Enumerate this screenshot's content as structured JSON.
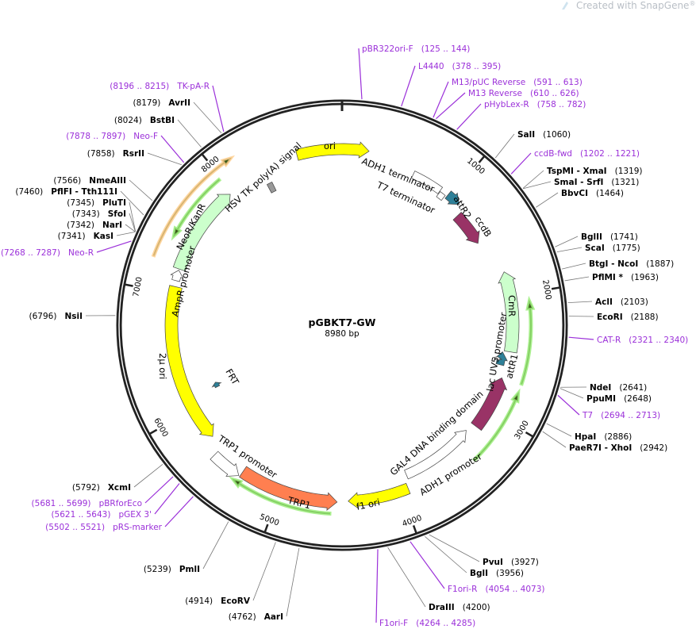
{
  "watermark": {
    "text": "Created with SnapGene",
    "brand_mark": "®"
  },
  "map": {
    "name": "pGBKT7-GW",
    "length_label": "8980 bp",
    "length_bp": 8980
  },
  "ticks": [
    "1000",
    "2000",
    "3000",
    "4000",
    "5000",
    "6000",
    "7000",
    "8000"
  ],
  "colors": {
    "primer": "#9b30d9",
    "backbone": "#222222",
    "nonunique": "#888888"
  },
  "features": [
    {
      "name": "ori",
      "start": 8610,
      "end": 220,
      "direction": "cw",
      "color": "#ffff00"
    },
    {
      "name": "ADH1 terminator",
      "start": 630,
      "end": 900,
      "direction": "none",
      "color": "#ffffff"
    },
    {
      "name": "T7 terminator",
      "start": 905,
      "end": 960,
      "direction": "none",
      "color": "#ffffff"
    },
    {
      "name": "attR2",
      "start": 975,
      "end": 1100,
      "direction": "cw",
      "color": "#2e8098"
    },
    {
      "name": "ccdB",
      "start": 1160,
      "end": 1470,
      "direction": "cw",
      "color": "#993366"
    },
    {
      "name": "CmR",
      "start": 2470,
      "end": 1790,
      "direction": "ccw",
      "color": "#ccffcc"
    },
    {
      "name": "attR1",
      "start": 2595,
      "end": 2480,
      "direction": "ccw",
      "color": "#2e8098"
    },
    {
      "name": "lac UV5 promoter",
      "start": 2560,
      "end": 2530,
      "direction": "ccw",
      "color": "#ffffff"
    },
    {
      "name": "GAL4 DNA binding domain",
      "start": 3170,
      "end": 2700,
      "direction": "ccw",
      "color": "#993366"
    },
    {
      "name": "ADH1 promoter",
      "start": 3910,
      "end": 3250,
      "direction": "ccw",
      "color": "#ffffff"
    },
    {
      "name": "f1 ori",
      "start": 3940,
      "end": 4440,
      "direction": "cw",
      "color": "#ffff00"
    },
    {
      "name": "TRP1",
      "start": 5340,
      "end": 4530,
      "direction": "ccw",
      "color": "#ff7f50"
    },
    {
      "name": "TRP1 promoter",
      "start": 5600,
      "end": 5350,
      "direction": "ccw",
      "color": "#ffffff"
    },
    {
      "name": "2μ ori",
      "start": 7060,
      "end": 5720,
      "direction": "ccw",
      "color": "#ffff00"
    },
    {
      "name": "FRT",
      "start": 6080,
      "end": 6130,
      "direction": "cw",
      "color": "#2e8098"
    },
    {
      "name": "AmpR promoter",
      "start": 7110,
      "end": 7200,
      "direction": "cw",
      "color": "#ffffff"
    },
    {
      "name": "NeoR/KanR",
      "start": 7210,
      "end": 7970,
      "direction": "cw",
      "color": "#ccffcc"
    },
    {
      "name": "HSV TK poly(A) signal",
      "start": 8280,
      "end": 8330,
      "direction": "none",
      "color": "#999999"
    }
  ],
  "orfs": [
    {
      "start": 7240,
      "end": 8150,
      "direction": "cw",
      "color": "#ffcc88"
    },
    {
      "start": 7980,
      "end": 7420,
      "direction": "ccw",
      "color": "#99ee77"
    },
    {
      "start": 2700,
      "end": 2050,
      "direction": "ccw",
      "color": "#99ee77"
    },
    {
      "start": 3380,
      "end": 2760,
      "direction": "ccw",
      "color": "#99ee77"
    },
    {
      "start": 4580,
      "end": 5380,
      "direction": "cw",
      "color": "#99ee77"
    }
  ],
  "sites": [
    {
      "name": "SalI",
      "pos": "(1060)",
      "bp": 1060
    },
    {
      "name": "TspMI  - XmaI",
      "pos": "(1319)",
      "bp": 1319
    },
    {
      "name": "SmaI  - SrfI",
      "pos": "(1321)",
      "bp": 1321
    },
    {
      "name": "BbvCI",
      "pos": "(1464)",
      "bp": 1464
    },
    {
      "name": "BglII",
      "pos": "(1741)",
      "bp": 1741
    },
    {
      "name": "ScaI",
      "pos": "(1775)",
      "bp": 1775
    },
    {
      "name": "BtgI  - NcoI",
      "pos": "(1887)",
      "bp": 1887
    },
    {
      "name": "PflMI *",
      "pos": "(1963)",
      "bp": 1963,
      "nonunique": true
    },
    {
      "name": "AclI",
      "pos": "(2103)",
      "bp": 2103
    },
    {
      "name": "EcoRI",
      "pos": "(2188)",
      "bp": 2188
    },
    {
      "name": "NdeI",
      "pos": "(2641)",
      "bp": 2641
    },
    {
      "name": "PpuMI",
      "pos": "(2648)",
      "bp": 2648
    },
    {
      "name": "HpaI",
      "pos": "(2886)",
      "bp": 2886
    },
    {
      "name": "PaeR7I  - XhoI",
      "pos": "(2942)",
      "bp": 2942
    },
    {
      "name": "PvuI",
      "pos": "(3927)",
      "bp": 3927
    },
    {
      "name": "BglI",
      "pos": "(3956)",
      "bp": 3956
    },
    {
      "name": "DraIII",
      "pos": "(4200)",
      "bp": 4200
    },
    {
      "name": "AarI",
      "pos": "(4762)",
      "bp": 4762
    },
    {
      "name": "EcoRV",
      "pos": "(4914)",
      "bp": 4914
    },
    {
      "name": "PmlI",
      "pos": "(5239)",
      "bp": 5239
    },
    {
      "name": "XcmI",
      "pos": "(5792)",
      "bp": 5792
    },
    {
      "name": "NsiI",
      "pos": "(6796)",
      "bp": 6796
    },
    {
      "name": "KasI",
      "pos": "(7341)",
      "bp": 7341
    },
    {
      "name": "NarI",
      "pos": "(7342)",
      "bp": 7342
    },
    {
      "name": "SfoI",
      "pos": "(7343)",
      "bp": 7343
    },
    {
      "name": "PluTI",
      "pos": "(7345)",
      "bp": 7345
    },
    {
      "name": "PflFI  - Tth111I",
      "pos": "(7460)",
      "bp": 7460
    },
    {
      "name": "NmeAIII",
      "pos": "(7566)",
      "bp": 7566
    },
    {
      "name": "RsrII",
      "pos": "(7858)",
      "bp": 7858
    },
    {
      "name": "BstBI",
      "pos": "(8024)",
      "bp": 8024
    },
    {
      "name": "AvrII",
      "pos": "(8179)",
      "bp": 8179
    }
  ],
  "primers": [
    {
      "name": "pBR322ori-F",
      "range": "(125 .. 144)",
      "bp": 125
    },
    {
      "name": "L4440",
      "range": "(378 .. 395)",
      "bp": 378
    },
    {
      "name": "M13/pUC Reverse",
      "range": "(591 .. 613)",
      "bp": 591
    },
    {
      "name": "M13 Reverse",
      "range": "(610 .. 626)",
      "bp": 610
    },
    {
      "name": "pHybLex-R",
      "range": "(758 .. 782)",
      "bp": 758
    },
    {
      "name": "ccdB-fwd",
      "range": "(1202 .. 1221)",
      "bp": 1202
    },
    {
      "name": "CAT-R",
      "range": "(2321 .. 2340)",
      "bp": 2321
    },
    {
      "name": "T7",
      "range": "(2694 .. 2713)",
      "bp": 2694
    },
    {
      "name": "F1ori-R",
      "range": "(4054 .. 4073)",
      "bp": 4054
    },
    {
      "name": "F1ori-F",
      "range": "(4264 .. 4285)",
      "bp": 4264
    },
    {
      "name": "pRS-marker",
      "range": "(5502 .. 5521)",
      "bp": 5512
    },
    {
      "name": "pGEX 3'",
      "range": "(5621 .. 5643)",
      "bp": 5632
    },
    {
      "name": "pBRforEco",
      "range": "(5681 .. 5699)",
      "bp": 5690
    },
    {
      "name": "Neo-R",
      "range": "(7268 .. 7287)",
      "bp": 7278
    },
    {
      "name": "Neo-F",
      "range": "(7878 .. 7897)",
      "bp": 7878
    },
    {
      "name": "TK-pA-R",
      "range": "(8196 .. 8215)",
      "bp": 8196
    }
  ]
}
